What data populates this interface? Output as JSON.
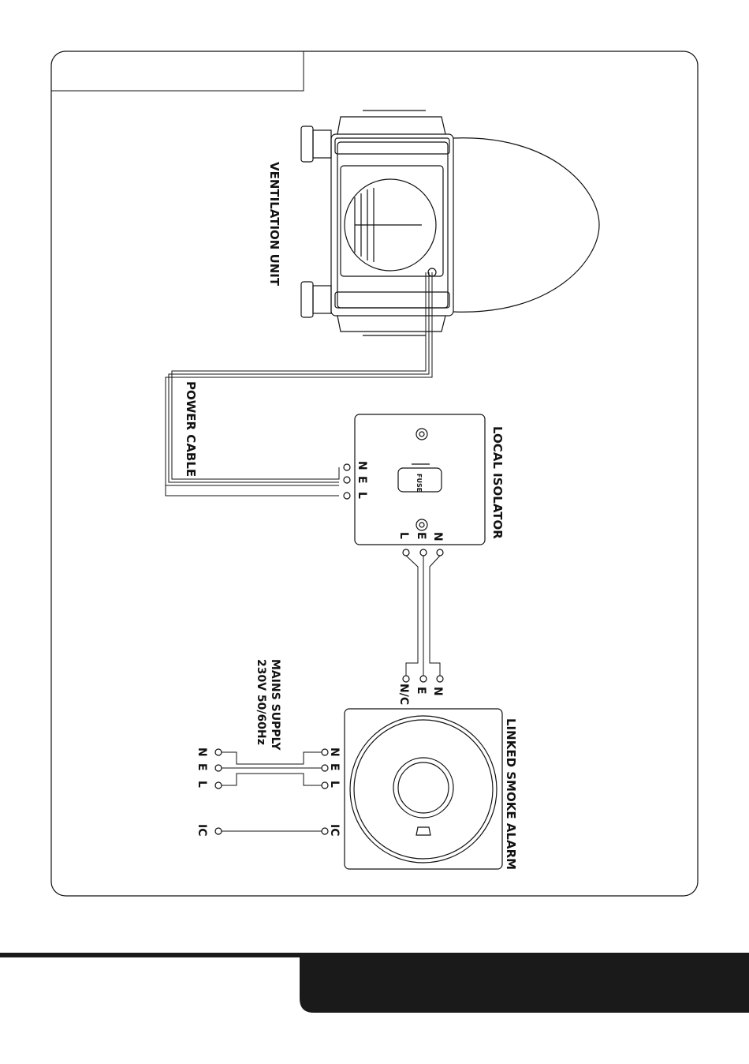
{
  "labels": {
    "ventilation_unit": "VENTILATION UNIT",
    "power_cable": "POWER CABLE",
    "local_isolator": "LOCAL ISOLATOR",
    "fuse": "FUSE",
    "mains_supply_line1": "MAINS SUPPLY",
    "mains_supply_line2": "230V 50/60Hz",
    "linked_smoke_alarm": "LINKED SMOKE ALARM"
  },
  "isolator": {
    "side_terminals": [
      "N",
      "E",
      "L"
    ],
    "bottom_terminals": [
      "N",
      "E",
      "L"
    ]
  },
  "smoke_alarm": {
    "top_terminals": [
      "N",
      "E",
      "N/C"
    ],
    "left_terminals": [
      "N",
      "E",
      "L",
      "IC"
    ]
  },
  "mains": {
    "terminals": [
      "N",
      "E",
      "L",
      "IC"
    ]
  },
  "colors": {
    "line": "#111111",
    "footer": "#1a1a1a"
  }
}
